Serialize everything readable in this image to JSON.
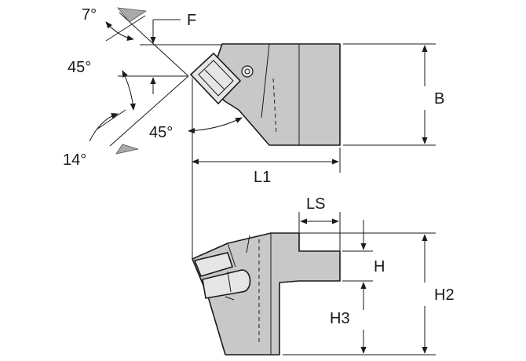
{
  "labels": {
    "angle_top": "7°",
    "f": "F",
    "angle_left": "45°",
    "angle_lower": "45°",
    "angle_bottom": "14°",
    "b": "B",
    "l1": "L1",
    "ls": "LS",
    "h": "H",
    "h2": "H2",
    "h3": "H3"
  }
}
